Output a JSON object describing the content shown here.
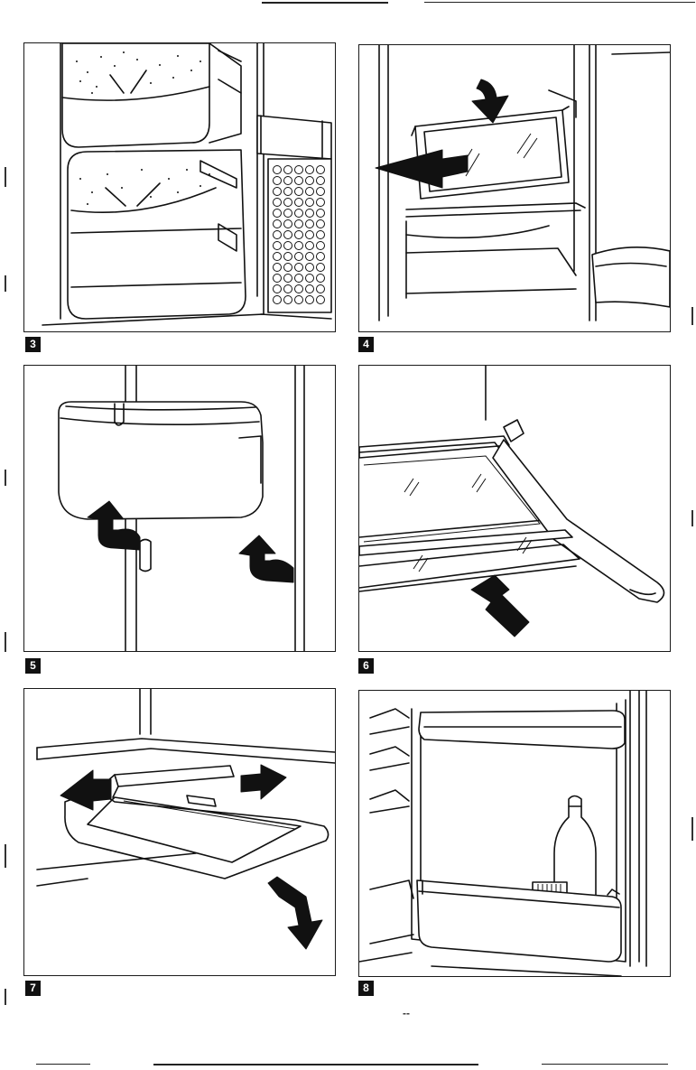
{
  "figures": [
    {
      "number": "3"
    },
    {
      "number": "4"
    },
    {
      "number": "5"
    },
    {
      "number": "6"
    },
    {
      "number": "7"
    },
    {
      "number": "8"
    }
  ],
  "page_marker": "--"
}
